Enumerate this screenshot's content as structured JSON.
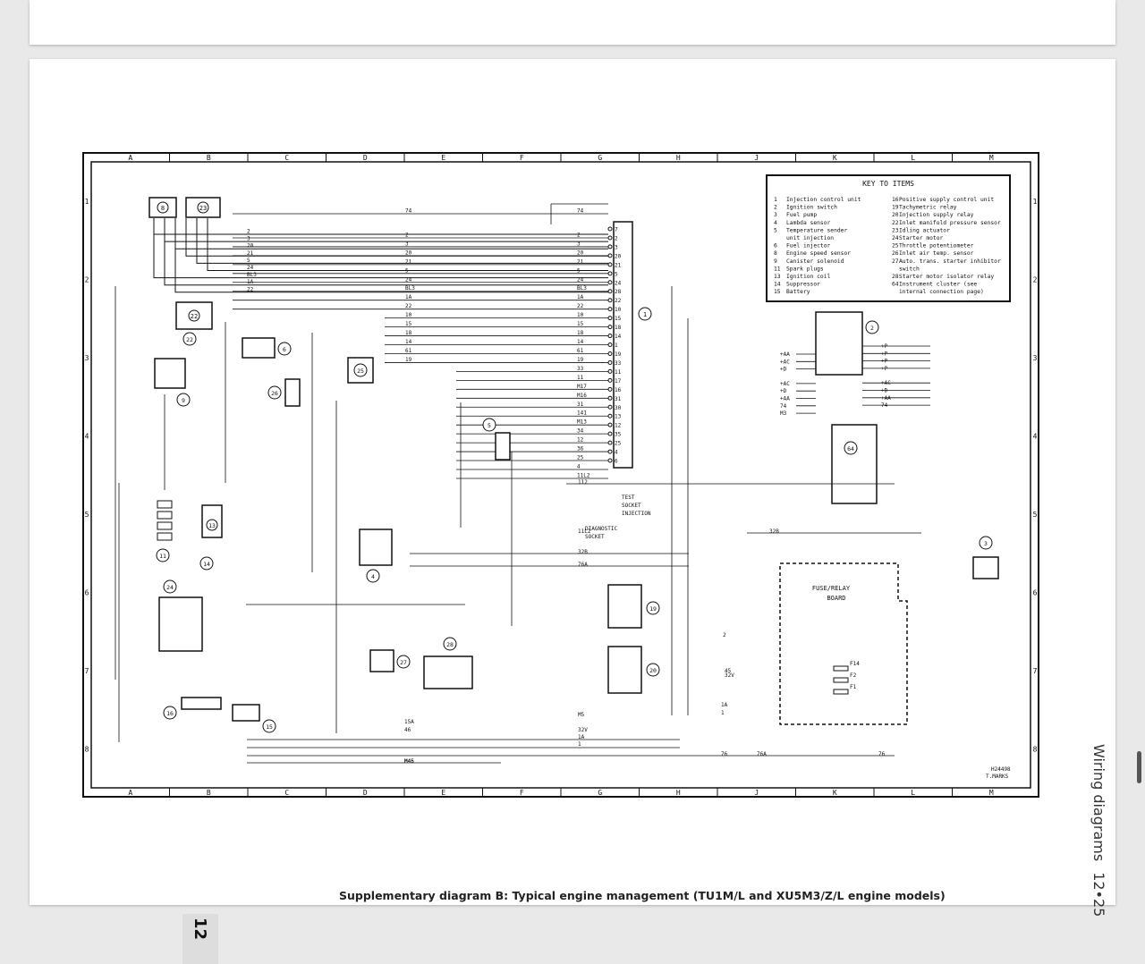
{
  "caption": "Supplementary diagram B:  Typical engine management (TU1M/L and XU5M3/Z/L engine models)",
  "side_header": {
    "title": "Wiring diagrams",
    "page": "12•25"
  },
  "tab_number": "12",
  "grid": {
    "columns": [
      "A",
      "B",
      "C",
      "D",
      "E",
      "F",
      "G",
      "H",
      "J",
      "K",
      "L",
      "M"
    ],
    "rows": [
      "1",
      "2",
      "3",
      "4",
      "5",
      "6",
      "7",
      "8"
    ]
  },
  "key": {
    "title": "KEY TO ITEMS",
    "left": [
      {
        "n": "1",
        "t": "Injection control unit"
      },
      {
        "n": "2",
        "t": "Ignition switch"
      },
      {
        "n": "3",
        "t": "Fuel pump"
      },
      {
        "n": "4",
        "t": "Lambda sensor"
      },
      {
        "n": "5",
        "t": "Temperature sender"
      },
      {
        "n": "",
        "t": "unit injection"
      },
      {
        "n": "6",
        "t": "Fuel injector"
      },
      {
        "n": "8",
        "t": "Engine speed sensor"
      },
      {
        "n": "9",
        "t": "Canister solenoid"
      },
      {
        "n": "11",
        "t": "Spark plugs"
      },
      {
        "n": "13",
        "t": "Ignition coil"
      },
      {
        "n": "14",
        "t": "Suppressor"
      },
      {
        "n": "15",
        "t": "Battery"
      }
    ],
    "right": [
      {
        "n": "16",
        "t": "Positive supply control unit"
      },
      {
        "n": "19",
        "t": "Tachymetric relay"
      },
      {
        "n": "20",
        "t": "Injection supply relay"
      },
      {
        "n": "22",
        "t": "Inlet manifold pressure sensor"
      },
      {
        "n": "23",
        "t": "Idling actuator"
      },
      {
        "n": "24",
        "t": "Starter motor"
      },
      {
        "n": "25",
        "t": "Throttle potentiometer"
      },
      {
        "n": "26",
        "t": "Inlet air temp. sensor"
      },
      {
        "n": "27",
        "t": "Auto. trans. starter inhibitor"
      },
      {
        "n": "",
        "t": "switch"
      },
      {
        "n": "28",
        "t": "Starter motor isolator relay"
      },
      {
        "n": "64",
        "t": "Instrument cluster (see"
      },
      {
        "n": "",
        "t": "internal connection page)"
      }
    ]
  },
  "ecu": {
    "label": "1",
    "pins": [
      "7",
      "2",
      "3",
      "20",
      "21",
      "5",
      "24",
      "28",
      "22",
      "10",
      "15",
      "18",
      "14",
      "1",
      "19",
      "33",
      "11",
      "17",
      "16",
      "31",
      "30",
      "13",
      "12",
      "35",
      "25",
      "4",
      "6"
    ],
    "wires": [
      "74",
      "2",
      "3",
      "20",
      "21",
      "5",
      "24",
      "BL3",
      "1A",
      "22",
      "10",
      "15",
      "18",
      "14",
      "61",
      "19",
      "33",
      "11",
      "M17",
      "M16",
      "31",
      "141",
      "M13",
      "34",
      "12",
      "36",
      "25",
      "4",
      "11L2"
    ]
  },
  "top_wires": [
    "2",
    "3",
    "20",
    "21",
    "5",
    "24",
    "BL3",
    "1A",
    "22"
  ],
  "labels_misc": [
    "TEST",
    "SOCKET",
    "INJECTION",
    "DIAGNOSTIC",
    "SOCKET",
    "FUSE/RELAY",
    "BOARD",
    "H24498",
    "T.MARKS"
  ],
  "fuses": [
    "F14",
    "F2",
    "F1"
  ],
  "component_numbers": [
    "8",
    "23",
    "22",
    "9",
    "6",
    "26",
    "25",
    "5",
    "13",
    "11",
    "14",
    "24",
    "16",
    "15",
    "4",
    "27",
    "28",
    "19",
    "20",
    "2",
    "64",
    "3",
    "1"
  ],
  "switch_terminals_left": [
    "+AA",
    "+AC",
    "+D",
    "+AC",
    "+D",
    "+AA",
    "74",
    "M3"
  ],
  "switch_terminals_right": [
    "+P",
    "+P",
    "+P",
    "+P",
    "+AC",
    "+D",
    "+AA",
    "74"
  ],
  "connectors": [
    "112",
    "11L2",
    "32B",
    "32B",
    "76A",
    "2",
    "45",
    "32V",
    "1A",
    "1",
    "76",
    "76A",
    "76",
    "M5",
    "46",
    "32V",
    "1A",
    "1",
    "15A",
    "M46",
    "M45"
  ],
  "colors": {
    "ink": "#111111",
    "page": "#ffffff",
    "backdrop": "#e9e9e9"
  }
}
